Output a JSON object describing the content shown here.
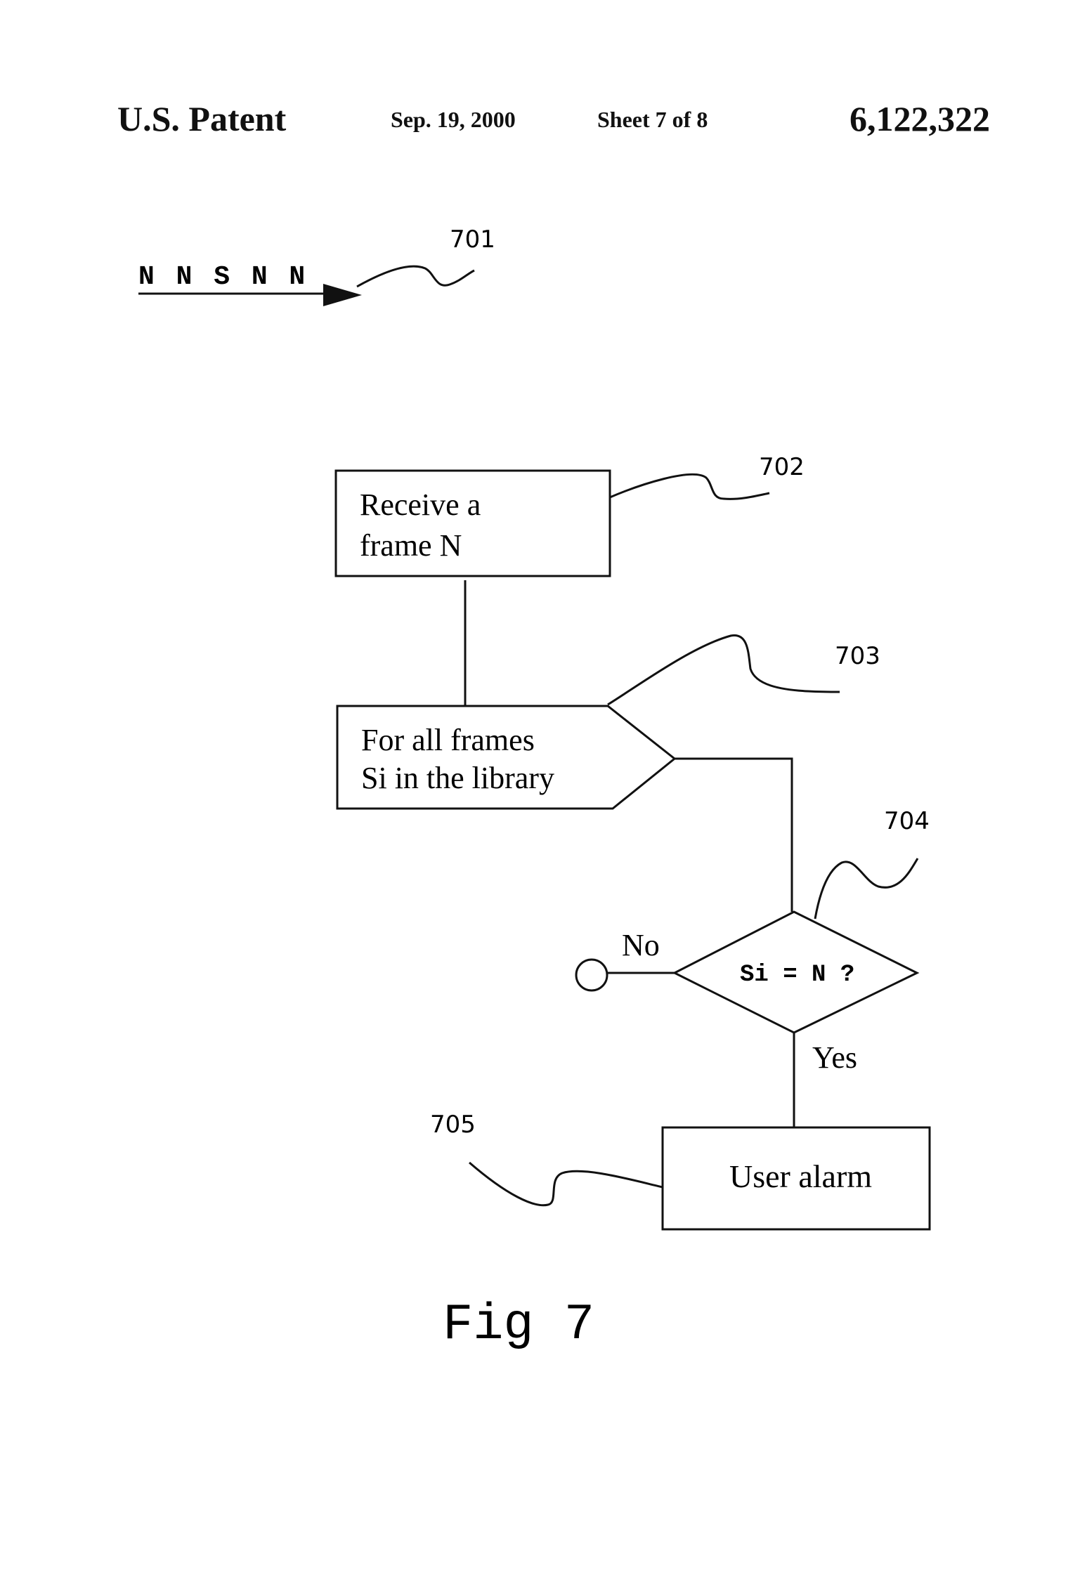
{
  "header": {
    "left": "U.S. Patent",
    "date": "Sep. 19, 2000",
    "sheet": "Sheet 7 of 8",
    "patent_number": "6,122,322"
  },
  "stream": {
    "sequence": "N N S N N",
    "ref": "701"
  },
  "nodes": {
    "receive": {
      "line1": "Receive a",
      "line2": "frame N",
      "ref": "702"
    },
    "loop": {
      "line1": "For all frames",
      "line2": "Si in the library",
      "ref": "703"
    },
    "decision": {
      "label": "Si = N ?",
      "ref": "704",
      "no_label": "No",
      "yes_label": "Yes"
    },
    "alarm": {
      "label": "User alarm",
      "ref": "705"
    }
  },
  "figure_label": "Fig 7"
}
